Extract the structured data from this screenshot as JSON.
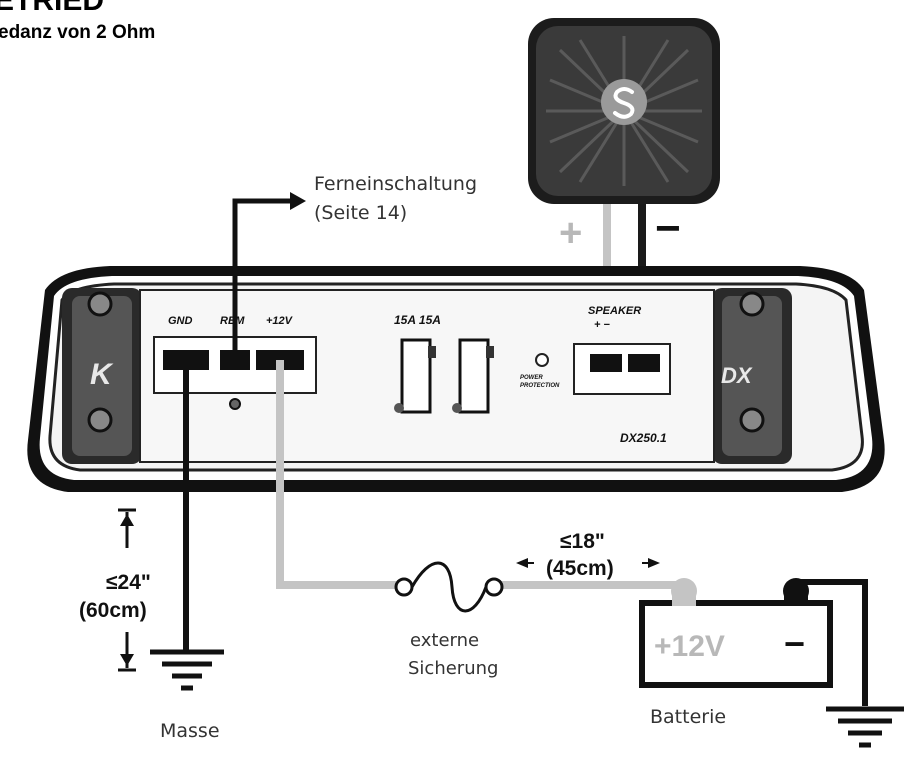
{
  "header": {
    "title": "ETRIED",
    "subtitle": "edanz von 2 Ohm"
  },
  "remote": {
    "label_line1": "Ferneinschaltung",
    "label_line2": "(Seite 14)"
  },
  "speaker": {
    "plus": "+",
    "minus": "−",
    "terminal_label": "SPEAKER",
    "terminal_signs": "+    −"
  },
  "amplifier": {
    "terminals": [
      "GND",
      "REM",
      "+12V"
    ],
    "fuses": "15A 15A",
    "protection_line1": "POWER",
    "protection_line2": "PROTECTION",
    "model": "DX250.1",
    "badge": "DX",
    "brand_mark": "K"
  },
  "ground_distance": {
    "value": "≤24\"",
    "metric": "(60cm)"
  },
  "battery_distance": {
    "value": "≤18\"",
    "metric": "(45cm)"
  },
  "fuse": {
    "label_line1": "externe",
    "label_line2": "Sicherung"
  },
  "battery": {
    "plus": "+12V",
    "minus": "−",
    "label": "Batterie"
  },
  "ground": {
    "label": "Masse"
  }
}
